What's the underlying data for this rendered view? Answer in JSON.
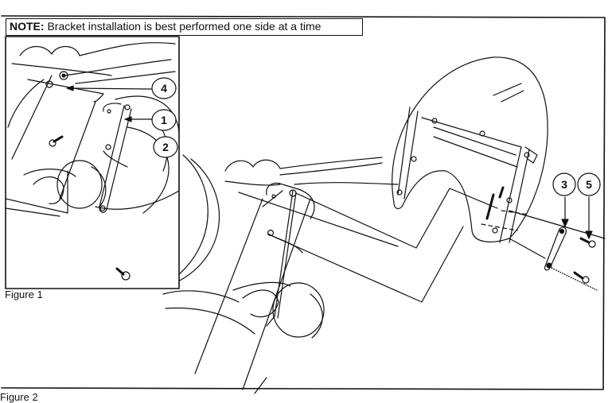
{
  "note": {
    "prefix": "NOTE:",
    "text": " Bracket installation is best performed one side at a time"
  },
  "figures": [
    {
      "id": "figure-1",
      "label": "Figure 1"
    },
    {
      "id": "figure-2",
      "label": "Figure 2"
    }
  ],
  "callouts": {
    "figure_1": [
      "4",
      "1",
      "2"
    ],
    "figure_2": [
      "3",
      "5"
    ]
  },
  "colors": {
    "ink": "#111111",
    "paper": "#ffffff"
  }
}
